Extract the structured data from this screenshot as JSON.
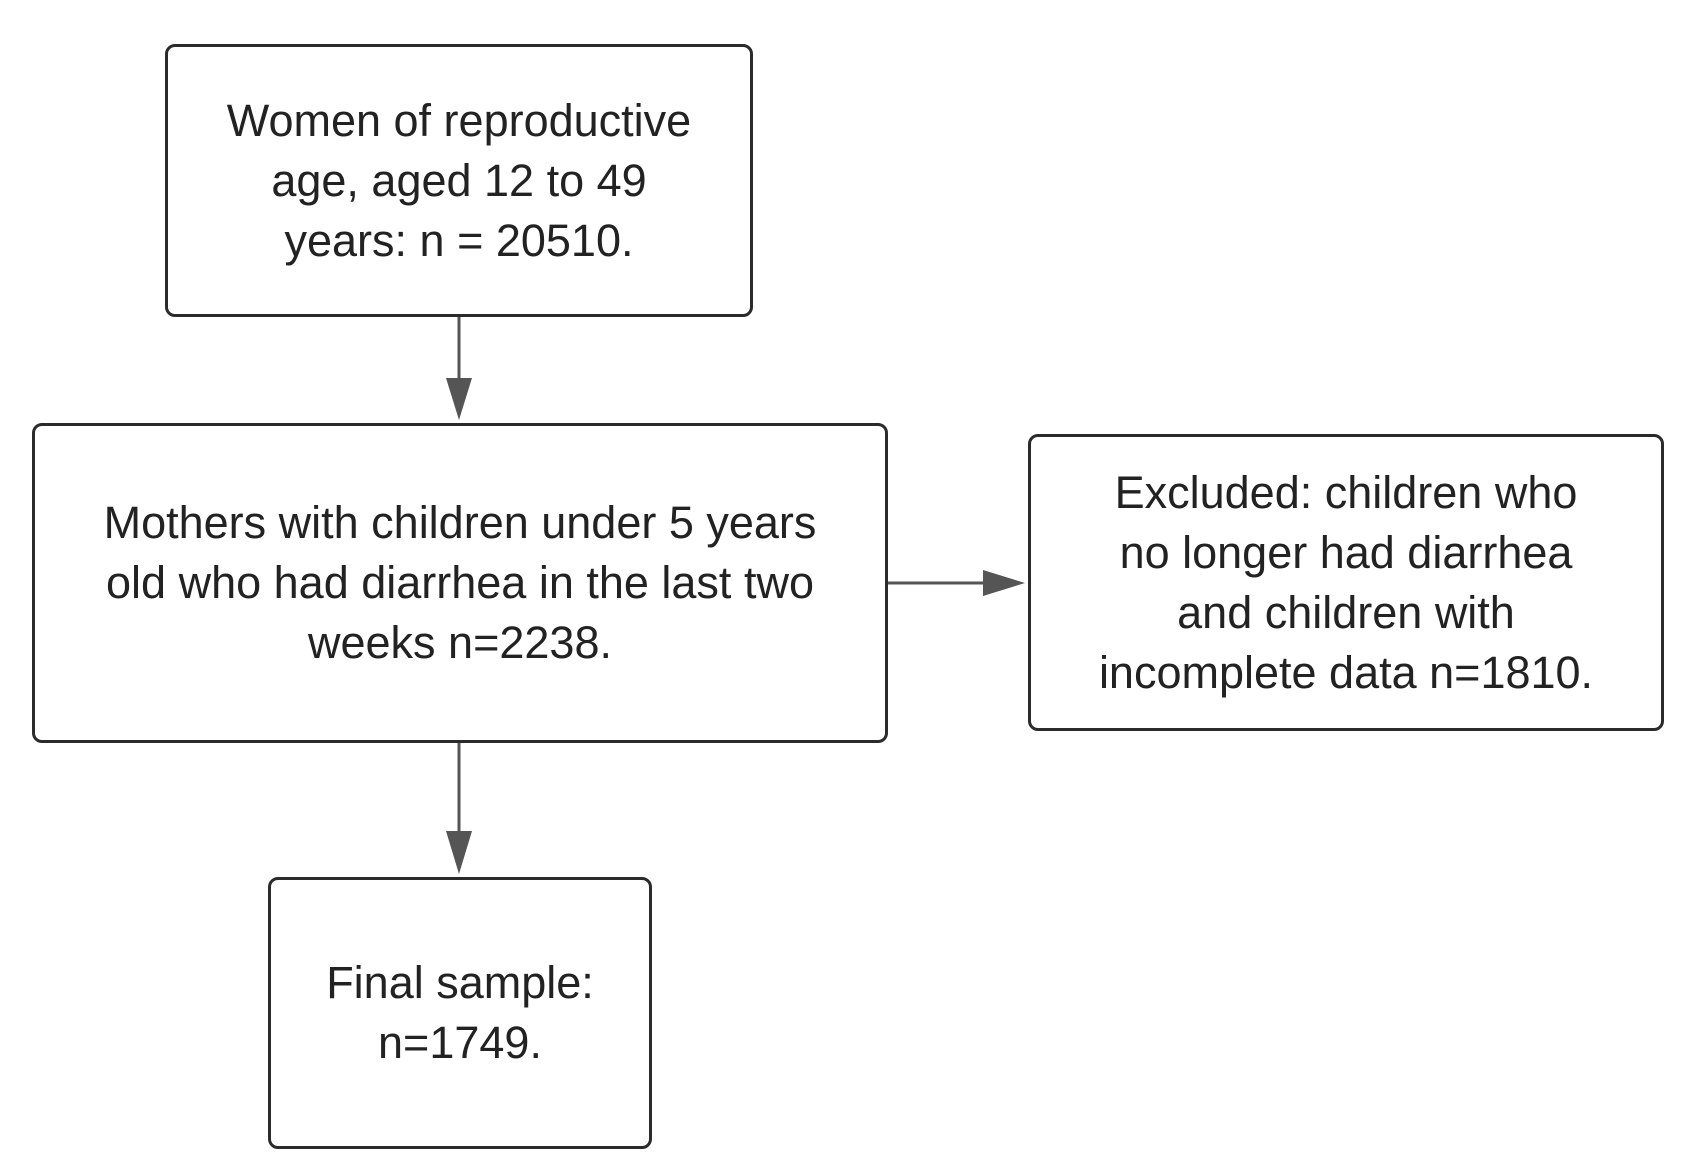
{
  "diagram": {
    "nodes": [
      {
        "id": "women",
        "lines": [
          "Women of reproductive",
          "age, aged 12 to 49",
          "years: n = 20510."
        ]
      },
      {
        "id": "mothers",
        "lines": [
          "Mothers with children under 5 years",
          "old who had diarrhea in the last two",
          "weeks n=2238."
        ]
      },
      {
        "id": "excluded",
        "lines": [
          "Excluded: children who",
          "no longer had diarrhea",
          "and children with",
          "incomplete data n=1810."
        ]
      },
      {
        "id": "final",
        "lines": [
          "Final sample:",
          "n=1749."
        ]
      }
    ],
    "edges": [
      {
        "from": "women",
        "to": "mothers"
      },
      {
        "from": "mothers",
        "to": "excluded"
      },
      {
        "from": "mothers",
        "to": "final"
      }
    ],
    "colors": {
      "box_border": "#2b2b2b",
      "arrow": "#555555",
      "text": "#222222",
      "background": "#ffffff"
    }
  }
}
